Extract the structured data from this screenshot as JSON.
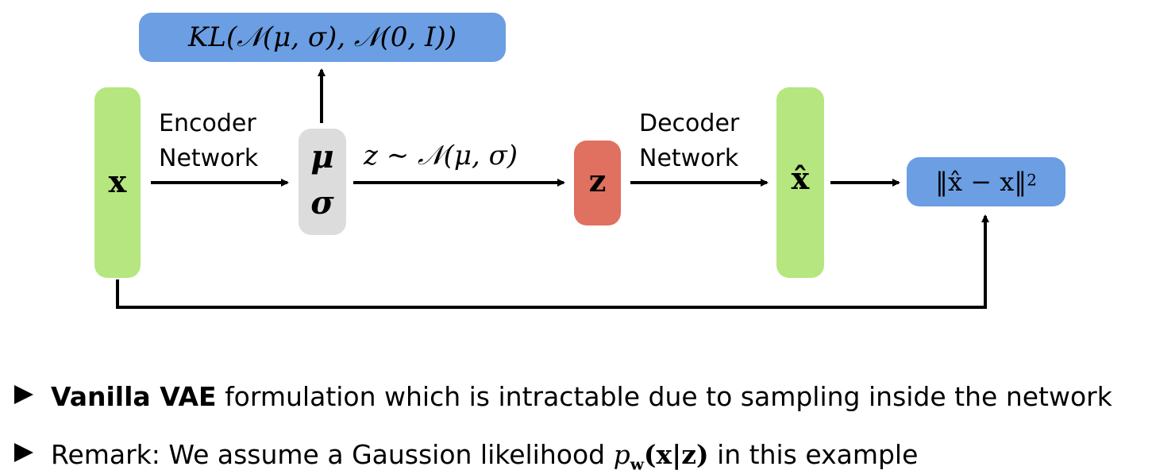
{
  "diagram": {
    "kl_box": "KL(𝒩(μ, σ), 𝒩(0, I))",
    "input_x": "x",
    "encoder_label_1": "Encoder",
    "encoder_label_2": "Network",
    "mu": "μ",
    "sigma": "σ",
    "sampling_label": "z ∼ 𝒩(μ, σ)",
    "latent_z": "z",
    "decoder_label_1": "Decoder",
    "decoder_label_2": "Network",
    "output_xhat": "x̂",
    "loss_box_base": "‖x̂ − x‖",
    "loss_box_exp": "2"
  },
  "bullets": [
    {
      "bold": "Vanilla VAE",
      "text": " formulation which is intractable due to sampling inside the network"
    },
    {
      "text_before": "Remark: We assume a Gaussion likelihood ",
      "math": "p",
      "math_sub": "w",
      "math_after": "(x|z)",
      "text_after": " in this example"
    }
  ],
  "colors": {
    "green": "#b5e67f",
    "gray": "#dcdcdc",
    "red": "#e07060",
    "blue": "#6b9ee3"
  }
}
